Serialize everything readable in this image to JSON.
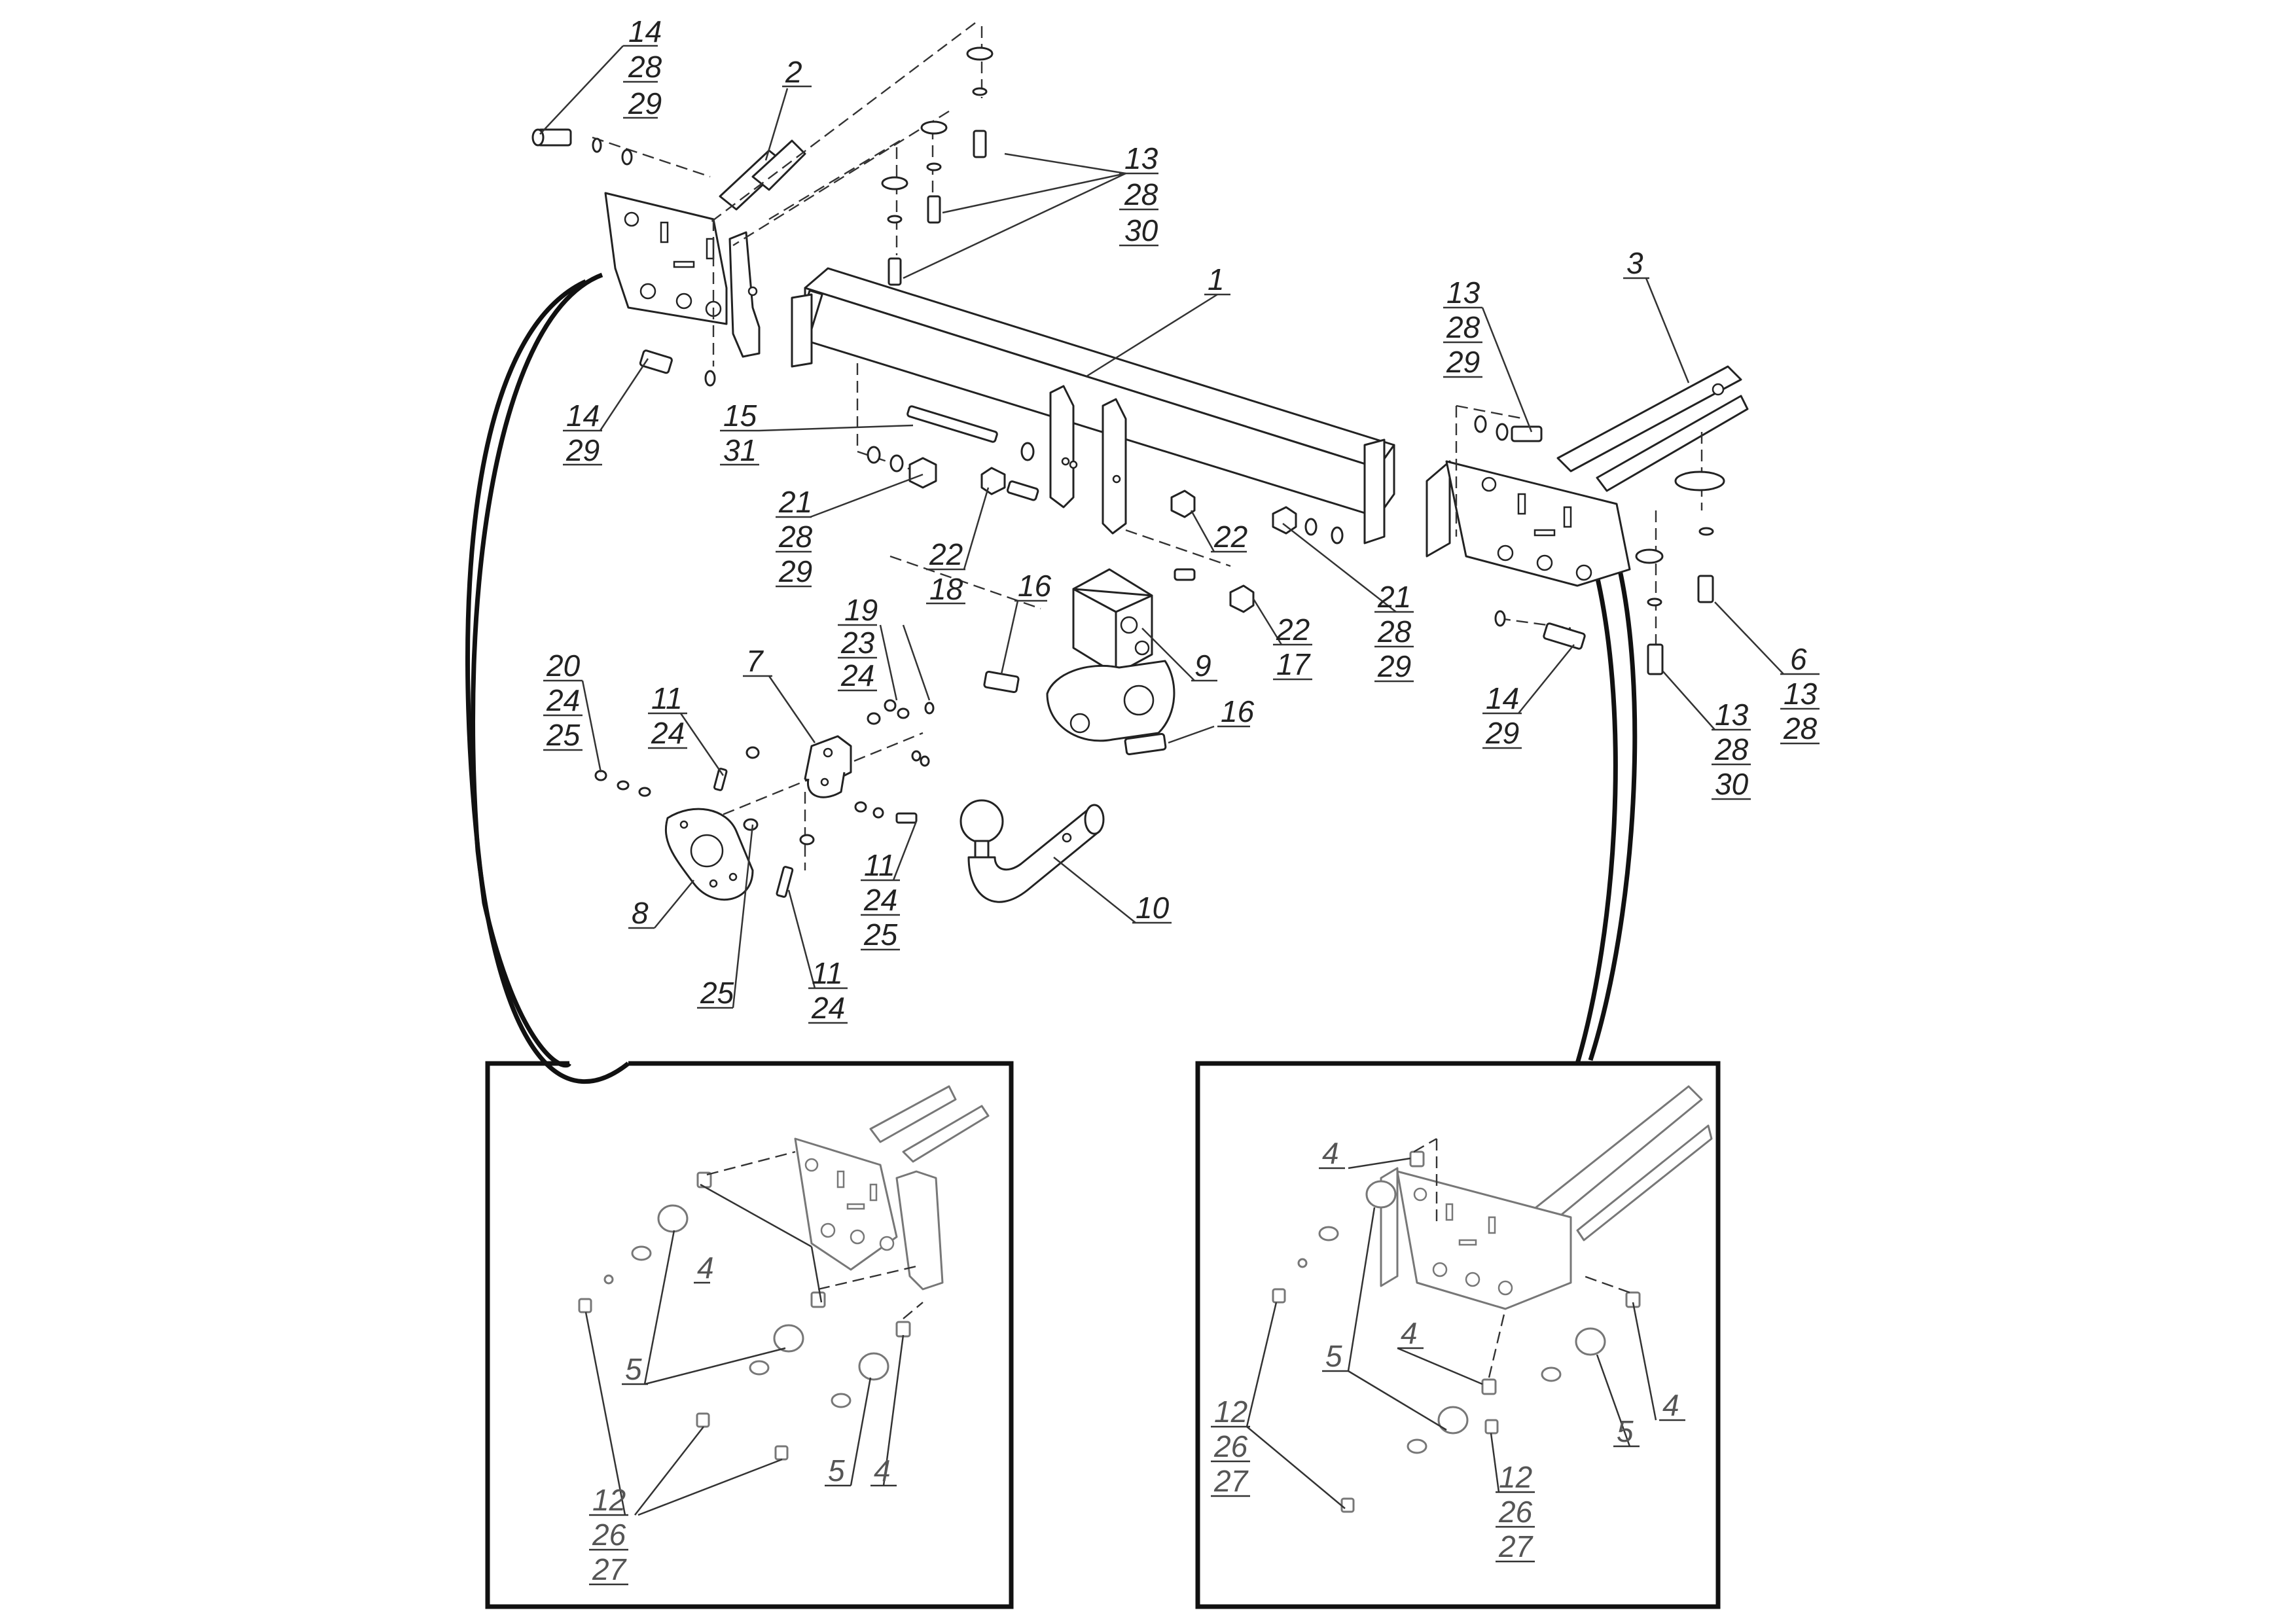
{
  "drawing": {
    "callouts": {
      "c1": [
        "14",
        "28",
        "29"
      ],
      "c2": [
        "2"
      ],
      "c3": [
        "13",
        "28",
        "30"
      ],
      "c4": [
        "14",
        "29"
      ],
      "c5": [
        "15",
        "31"
      ],
      "c6": [
        "1"
      ],
      "c7": [
        "21",
        "28",
        "29"
      ],
      "c8": [
        "22",
        "18"
      ],
      "c9": [
        "22"
      ],
      "c10": [
        "13",
        "28",
        "29"
      ],
      "c11": [
        "3"
      ],
      "c12": [
        "21",
        "28",
        "29"
      ],
      "c13": [
        "22",
        "17"
      ],
      "c14": [
        "16"
      ],
      "c15": [
        "9"
      ],
      "c16": [
        "16"
      ],
      "c17": [
        "14",
        "29"
      ],
      "c18": [
        "13",
        "28",
        "30"
      ],
      "c19": [
        "6",
        "13",
        "28"
      ],
      "c20": [
        "19",
        "23",
        "24"
      ],
      "c21": [
        "20",
        "24",
        "25"
      ],
      "c22": [
        "11",
        "24"
      ],
      "c23": [
        "7"
      ],
      "c24": [
        "11",
        "24",
        "25"
      ],
      "c25": [
        "8"
      ],
      "c26": [
        "25"
      ],
      "c27": [
        "11",
        "24"
      ],
      "c28": [
        "10"
      ],
      "d1": [
        "4"
      ],
      "d2": [
        "5"
      ],
      "d3": [
        "5"
      ],
      "d4": [
        "4"
      ],
      "d5": [
        "12",
        "26",
        "27"
      ],
      "e1": [
        "4"
      ],
      "e2": [
        "5"
      ],
      "e3": [
        "4"
      ],
      "e4": [
        "5"
      ],
      "e5": [
        "4"
      ],
      "e6": [
        "12",
        "26",
        "27"
      ],
      "e7": [
        "12",
        "26",
        "27"
      ]
    }
  }
}
